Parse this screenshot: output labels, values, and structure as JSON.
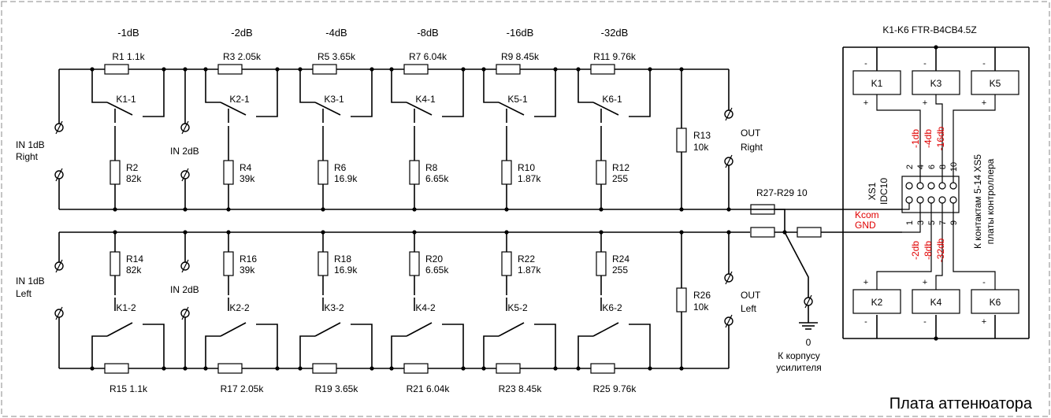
{
  "title": "Плата аттенюатора",
  "relay_part": "K1-K6  FTR-B4CB4.5Z",
  "stages": [
    {
      "db": "-1dB",
      "series_top": "R1  1.1k",
      "shunt_top": "R2",
      "shunt_top_val": "82k",
      "relay_top": "K1-1",
      "shunt_bot": "R14",
      "shunt_bot_val": "82k",
      "relay_bot": "K1-2",
      "series_bot": "R15  1.1k"
    },
    {
      "db": "-2dB",
      "series_top": "R3  2.05k",
      "shunt_top": "R4",
      "shunt_top_val": "39k",
      "relay_top": "K2-1",
      "shunt_bot": "R16",
      "shunt_bot_val": "39k",
      "relay_bot": "K2-2",
      "series_bot": "R17  2.05k"
    },
    {
      "db": "-4dB",
      "series_top": "R5  3.65k",
      "shunt_top": "R6",
      "shunt_top_val": "16.9k",
      "relay_top": "K3-1",
      "shunt_bot": "R18",
      "shunt_bot_val": "16.9k",
      "relay_bot": "K3-2",
      "series_bot": "R19  3.65k"
    },
    {
      "db": "-8dB",
      "series_top": "R7  6.04k",
      "shunt_top": "R8",
      "shunt_top_val": "6.65k",
      "relay_top": "K4-1",
      "shunt_bot": "R20",
      "shunt_bot_val": "6.65k",
      "relay_bot": "K4-2",
      "series_bot": "R21  6.04k"
    },
    {
      "db": "-16dB",
      "series_top": "R9  8.45k",
      "shunt_top": "R10",
      "shunt_top_val": "1.87k",
      "relay_top": "K5-1",
      "shunt_bot": "R22",
      "shunt_bot_val": "1.87k",
      "relay_bot": "K5-2",
      "series_bot": "R23  8.45k"
    },
    {
      "db": "-32dB",
      "series_top": "R11  9.76k",
      "shunt_top": "R12",
      "shunt_top_val": "255",
      "relay_top": "K6-1",
      "shunt_bot": "R24",
      "shunt_bot_val": "255",
      "relay_bot": "K6-2",
      "series_bot": "R25  9.76k"
    }
  ],
  "inputs": {
    "in1_right": [
      "IN 1dB",
      "Right"
    ],
    "in2_right": "IN 2dB",
    "in1_left": [
      "IN 1dB",
      "Left"
    ],
    "in2_left": "IN 2dB",
    "out_right": [
      "OUT",
      "Right"
    ],
    "out_left": [
      "OUT",
      "Left"
    ]
  },
  "load_right": {
    "name": "R13",
    "value": "10k"
  },
  "load_left": {
    "name": "R26",
    "value": "10k"
  },
  "ground_resistors": "R27-R29  10",
  "ground": {
    "zero": "0",
    "caption": [
      "К корпусу",
      "усилителя"
    ]
  },
  "connector": {
    "name": "XS1",
    "type": "IDC10",
    "top_pins": [
      "2",
      "4",
      "6",
      "8",
      "10"
    ],
    "bottom_pins": [
      "1",
      "3",
      "5",
      "7",
      "9"
    ],
    "kcom": "Kcom",
    "gnd": "GND",
    "top_signals": [
      "-1db",
      "-4db",
      "-16db"
    ],
    "bottom_signals": [
      "-2db",
      "-8db",
      "-32db"
    ],
    "note": [
      "К контактам 5-14 XS5",
      "платы  контроллера"
    ]
  },
  "relays_top": [
    {
      "name": "K1",
      "top": "-",
      "bot": "+"
    },
    {
      "name": "K3",
      "top": "-",
      "bot": "+"
    },
    {
      "name": "K5",
      "top": "-",
      "bot": "+"
    }
  ],
  "relays_bottom": [
    {
      "name": "K2",
      "top": "+",
      "bot": "-"
    },
    {
      "name": "K4",
      "top": "+",
      "bot": "-"
    },
    {
      "name": "K6",
      "top": "-",
      "bot": "+"
    }
  ]
}
